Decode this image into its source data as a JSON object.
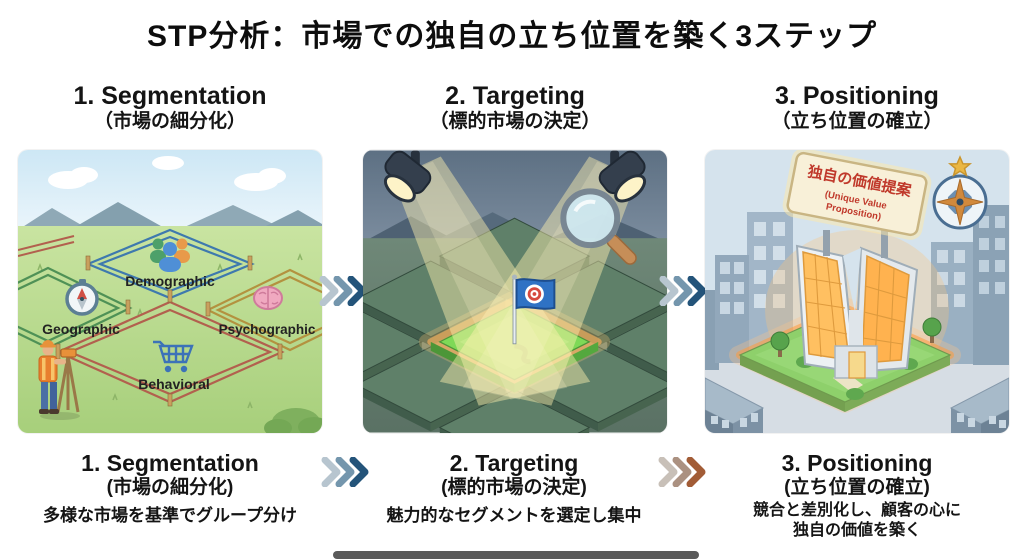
{
  "title": "STP分析：市場での独自の立ち位置を築く3ステップ",
  "columns": [
    {
      "header": {
        "title": "1. Segmentation",
        "subtitle": "（市場の細分化）"
      },
      "caption": {
        "title": "1. Segmentation",
        "subtitle": "(市場の細分化)",
        "desc": "多様な市場を基準でグループ分け"
      }
    },
    {
      "header": {
        "title": "2. Targeting",
        "subtitle": "（標的市場の決定）"
      },
      "caption": {
        "title": "2. Targeting",
        "subtitle": "(標的市場の決定)",
        "desc": "魅力的なセグメントを選定し集中"
      }
    },
    {
      "header": {
        "title": "3. Positioning",
        "subtitle": "（立ち位置の確立）"
      },
      "caption": {
        "title": "3. Positioning",
        "subtitle": "(立ち位置の確立)",
        "desc_line1": "競合と差別化し、顧客の心に",
        "desc_line2": "独自の価値を築く"
      }
    }
  ],
  "panel_segmentation": {
    "labels": {
      "demographic": "Demographic",
      "geographic": "Geographic",
      "psychographic": "Psychographic",
      "behavioral": "Behavioral"
    },
    "icons": [
      "people-icon",
      "compass-icon",
      "brain-icon",
      "cart-icon",
      "surveyor-figure"
    ]
  },
  "panel_targeting": {
    "icons": [
      "spotlight-icon",
      "magnifier-icon",
      "target-flag-icon"
    ]
  },
  "panel_positioning": {
    "sign_jp": "独自の価値提案",
    "sign_en_line1": "(Unique Value",
    "sign_en_line2": "Proposition)",
    "icons": [
      "billboard",
      "compass-rose-icon",
      "star-icon"
    ]
  },
  "arrows": {
    "blue": [
      "#b7c5cf",
      "#7496ad",
      "#24547a"
    ],
    "brown": [
      "#c8c0b8",
      "#ab9181",
      "#a25c36"
    ]
  },
  "colors": {
    "highlight_green": "#7ed957",
    "glow_orange": "#ff9a3d",
    "flag_blue": "#2f72c4",
    "sign_text_red": "#c0392b",
    "footer_bar": "#3d3d3d"
  }
}
